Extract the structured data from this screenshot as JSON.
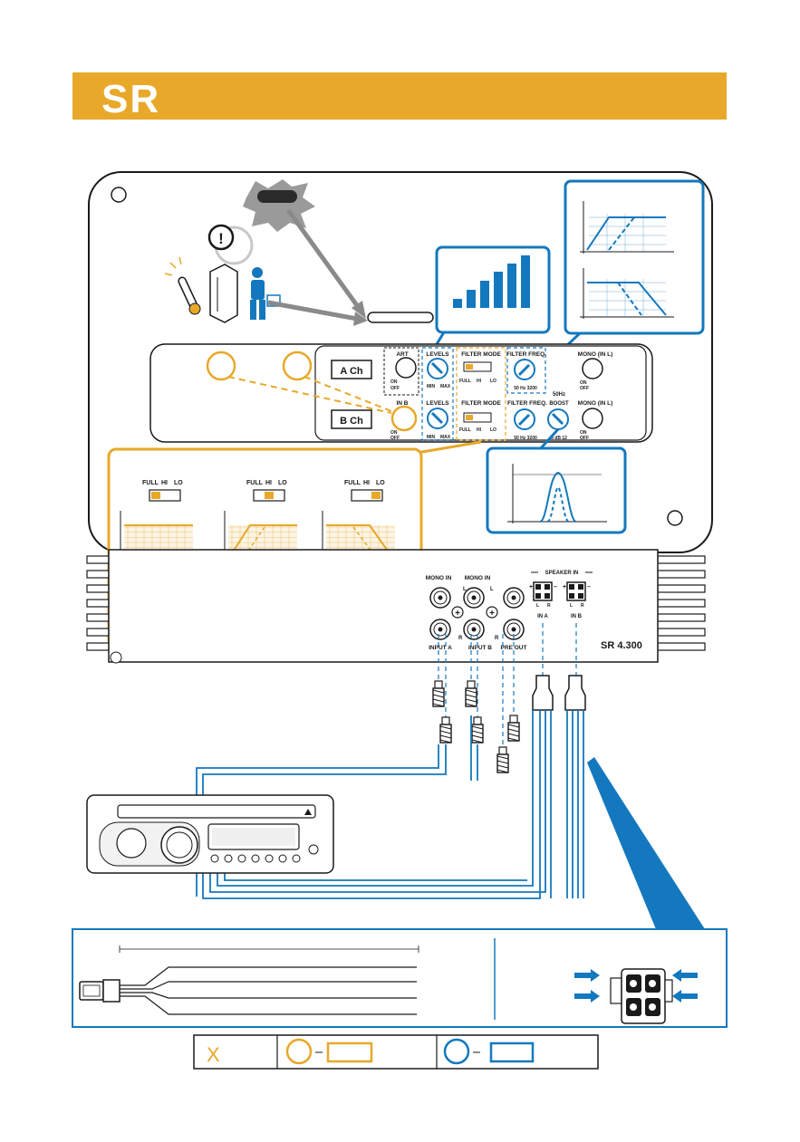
{
  "header": {
    "logo_text": "SR",
    "accent_color": "#e8a829"
  },
  "colors": {
    "orange": "#e8a829",
    "blue": "#1478be",
    "dark": "#1a1a1a",
    "grey": "#808080"
  },
  "panel": {
    "channel_a": "A Ch",
    "channel_b": "B Ch",
    "art": "ART",
    "in_b": "IN B",
    "levels": "LEVELS",
    "filter_mode": "FILTER MODE",
    "filter_freq": "FILTER FREQ.",
    "boost": "50Hz BOOST",
    "mono_in_l": "MONO (IN L)",
    "on": "ON",
    "off": "OFF",
    "min": "MIN",
    "max": "MAX",
    "full": "FULL",
    "hi": "HI",
    "lo": "LO",
    "hz_scale": "50 Hz 3200",
    "db_scale": "0 dB 12"
  },
  "filter_modes": {
    "full": "FULL",
    "hi": "HI",
    "lo": "LO"
  },
  "inputs": {
    "mono_in_a": "MONO IN",
    "mono_in_b": "MONO IN",
    "input_a": "INPUT A",
    "input_b": "INPUT B",
    "pre_out": "PRE OUT",
    "speaker_in": "SPEAKER IN",
    "in_a": "IN A",
    "in_b": "IN B",
    "l": "L",
    "r": "R",
    "model": "SR 4.300"
  },
  "legend": {
    "x_mark": "X"
  }
}
